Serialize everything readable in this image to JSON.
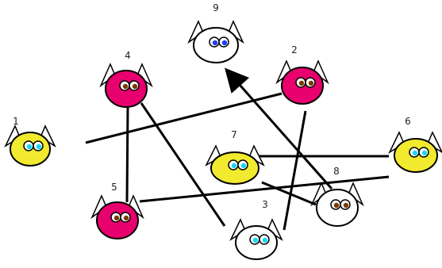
{
  "colors": {
    "pink": "#e8006e",
    "yellow": "#f2ea2e",
    "white": "#ffffff",
    "stroke": "#000000",
    "pupil": "#7a3b00",
    "pupil_cyan": "#19d6f0",
    "pupil_blue": "#1a3cff"
  },
  "nodes": [
    {
      "id": "1",
      "label": "1",
      "color": "yellow",
      "eyes": "cyan"
    },
    {
      "id": "2",
      "label": "2",
      "color": "pink",
      "eyes": "brown"
    },
    {
      "id": "3",
      "label": "3",
      "color": "white",
      "eyes": "cyan"
    },
    {
      "id": "4",
      "label": "4",
      "color": "pink",
      "eyes": "brown"
    },
    {
      "id": "5",
      "label": "5",
      "color": "pink",
      "eyes": "brown"
    },
    {
      "id": "6",
      "label": "6",
      "color": "yellow",
      "eyes": "cyan"
    },
    {
      "id": "7",
      "label": "7",
      "color": "yellow",
      "eyes": "cyan"
    },
    {
      "id": "8",
      "label": "8",
      "color": "white",
      "eyes": "brown"
    },
    {
      "id": "9",
      "label": "9",
      "color": "white",
      "eyes": "blue"
    }
  ],
  "edges": [
    {
      "from": "2",
      "to": "1",
      "arrow": false
    },
    {
      "from": "4",
      "to": "5",
      "arrow": false
    },
    {
      "from": "4",
      "to": "3",
      "arrow": false
    },
    {
      "from": "3",
      "to": "2",
      "arrow": false
    },
    {
      "from": "8",
      "to": "9",
      "arrow": true
    },
    {
      "from": "7",
      "to": "6",
      "arrow": false
    },
    {
      "from": "5",
      "to": "6",
      "arrow": false
    },
    {
      "from": "7",
      "to": "8",
      "arrow": false
    }
  ]
}
